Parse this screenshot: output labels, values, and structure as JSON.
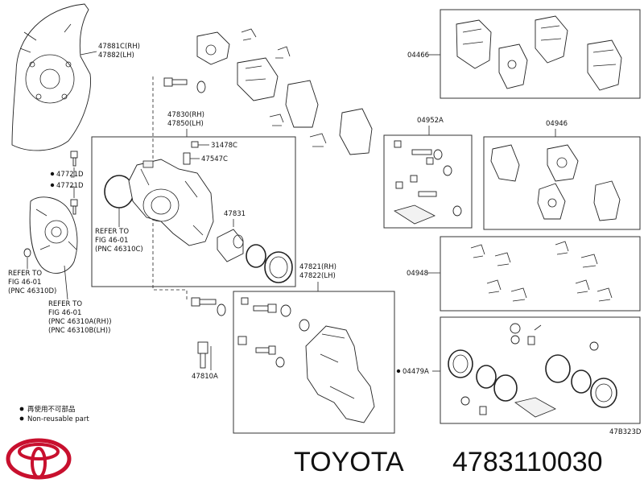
{
  "labels": {
    "shield_rh": "47881C(RH)",
    "shield_lh": "47882(LH)",
    "caliper_rh": "47830(RH)",
    "caliper_lh": "47850(LH)",
    "p31478": "31478C",
    "p47547": "47547C",
    "p47721a": "47721D",
    "p47721b": "47721D",
    "p47831": "47831",
    "refer1_a": "REFER TO",
    "refer1_b": "FIG 46-01",
    "refer1_c": "(PNC 46310C)",
    "refer2_a": "REFER TO",
    "refer2_b": "FIG 46-01",
    "refer2_c": "(PNC 46310D)",
    "refer3_a": "REFER TO",
    "refer3_b": "FIG 46-01",
    "refer3_c": "(PNC 46310A(RH))",
    "refer3_d": "(PNC 46310B(LH))",
    "mount_rh": "47821(RH)",
    "mount_lh": "47822(LH)",
    "p47810": "47810A",
    "p04466": "04466",
    "p04952": "04952A",
    "p04946": "04946",
    "p04948": "04948",
    "p04479": "04479A",
    "legend_cn": "再使用不可部品",
    "legend_en": "Non-reusable part",
    "diagram_code": "47B323D"
  },
  "brand": {
    "name": "TOYOTA",
    "part_number": "4783110030",
    "logo_color": "#c8102e"
  }
}
